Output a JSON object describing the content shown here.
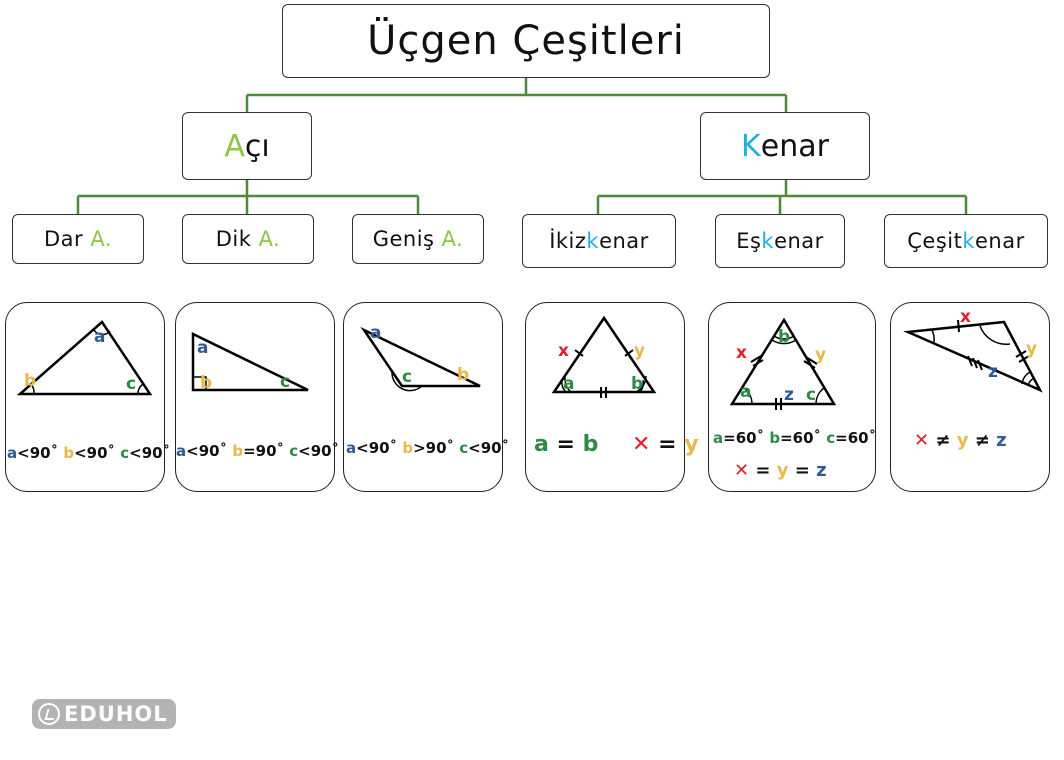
{
  "title": "Üçgen Çeşitleri",
  "colors": {
    "line": "#4f8a3a",
    "green_light": "#8dc63f",
    "cyan": "#22aee0",
    "blue": "#2f5a95",
    "yellow": "#e9b949",
    "green_dark": "#2e8b45",
    "red": "#e11d2e"
  },
  "aci": {
    "first": "A",
    "rest": "çı"
  },
  "kenar": {
    "first": "K",
    "rest": "enar"
  },
  "dar": {
    "word": "Dar ",
    "abbr": "A."
  },
  "dik": {
    "word": "Dik ",
    "abbr": "A."
  },
  "genis": {
    "word": "Geniş ",
    "abbr": "A."
  },
  "ikiz": {
    "pre": "İkiz",
    "k": "k",
    "post": "enar"
  },
  "es": {
    "pre": "Eş",
    "k": "k",
    "post": "enar"
  },
  "cesit": {
    "pre": "Çeşit",
    "k": "k",
    "post": "enar"
  },
  "labels": {
    "a": "a",
    "b": "b",
    "c": "c",
    "x": "x",
    "y": "y",
    "z": "z"
  },
  "dar_formula": {
    "a": "a",
    "a_rel": "<90˚",
    "b": "b",
    "b_rel": "<90˚",
    "c": "c",
    "c_rel": "<90˚"
  },
  "dik_formula": {
    "a": "a",
    "a_rel": "<90˚",
    "b": "b",
    "b_rel": "=90˚",
    "c": "c",
    "c_rel": "<90˚"
  },
  "genis_formula": {
    "a": "a",
    "a_rel": "<90˚",
    "b": "b",
    "b_rel": ">90˚",
    "c": "c",
    "c_rel": "<90˚"
  },
  "ikiz_formula": {
    "a": "a",
    "eq1": " = ",
    "b": "b",
    "x": "✕",
    "eq2": " = ",
    "y": "y"
  },
  "es_formula1": {
    "a": "a",
    "a_rel": "=60˚",
    "b": "b",
    "b_rel": "=60˚",
    "c": "c",
    "c_rel": "=60˚"
  },
  "es_formula2": {
    "x": "✕",
    "eq1": " = ",
    "y": "y",
    "eq2": " = ",
    "z": "z"
  },
  "cesit_formula": {
    "x": "✕",
    "ne1": " ≠ ",
    "y": "y",
    "ne2": " ≠ ",
    "z": "z"
  },
  "logo": {
    "text": "EDUHOL"
  }
}
